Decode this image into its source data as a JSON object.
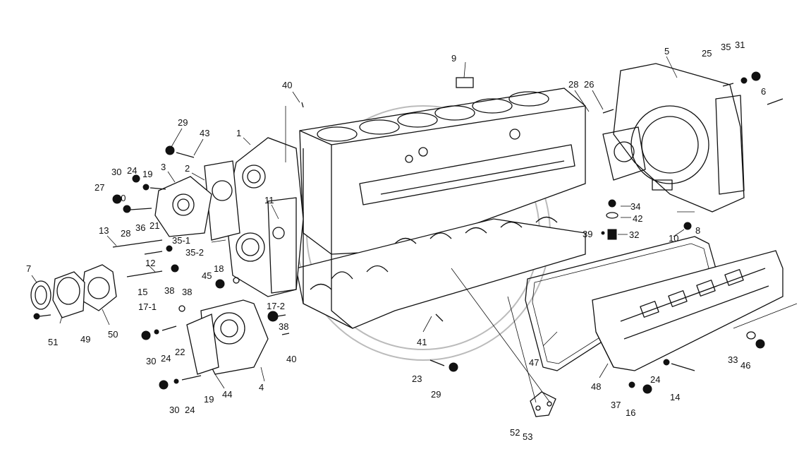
{
  "diagram": {
    "callouts": [
      {
        "id": "c1",
        "text": "1"
      },
      {
        "id": "c2",
        "text": "2"
      },
      {
        "id": "c3",
        "text": "3"
      },
      {
        "id": "c4",
        "text": "4"
      },
      {
        "id": "c5",
        "text": "5"
      },
      {
        "id": "c6",
        "text": "6"
      },
      {
        "id": "c7",
        "text": "7"
      },
      {
        "id": "c8",
        "text": "8"
      },
      {
        "id": "c9",
        "text": "9"
      },
      {
        "id": "c10",
        "text": "10"
      },
      {
        "id": "c11",
        "text": "11"
      },
      {
        "id": "c12",
        "text": "12"
      },
      {
        "id": "c13",
        "text": "13"
      },
      {
        "id": "c14",
        "text": "14"
      },
      {
        "id": "c15",
        "text": "15"
      },
      {
        "id": "c16",
        "text": "16"
      },
      {
        "id": "c17-1",
        "text": "17-1"
      },
      {
        "id": "c17-2",
        "text": "17-2"
      },
      {
        "id": "c18",
        "text": "18"
      },
      {
        "id": "c19a",
        "text": "19"
      },
      {
        "id": "c19b",
        "text": "19"
      },
      {
        "id": "c20",
        "text": "20"
      },
      {
        "id": "c21",
        "text": "21"
      },
      {
        "id": "c22",
        "text": "22"
      },
      {
        "id": "c23",
        "text": "23"
      },
      {
        "id": "c24a",
        "text": "24"
      },
      {
        "id": "c24b",
        "text": "24"
      },
      {
        "id": "c24c",
        "text": "24"
      },
      {
        "id": "c24d",
        "text": "24"
      },
      {
        "id": "c25",
        "text": "25"
      },
      {
        "id": "c26",
        "text": "26"
      },
      {
        "id": "c27",
        "text": "27"
      },
      {
        "id": "c28a",
        "text": "28"
      },
      {
        "id": "c28b",
        "text": "28"
      },
      {
        "id": "c29a",
        "text": "29"
      },
      {
        "id": "c29b",
        "text": "29"
      },
      {
        "id": "c30a",
        "text": "30"
      },
      {
        "id": "c30b",
        "text": "30"
      },
      {
        "id": "c30c",
        "text": "30"
      },
      {
        "id": "c31",
        "text": "31"
      },
      {
        "id": "c32",
        "text": "32"
      },
      {
        "id": "c33",
        "text": "33"
      },
      {
        "id": "c34",
        "text": "34"
      },
      {
        "id": "c35",
        "text": "35"
      },
      {
        "id": "c35-1",
        "text": "35-1"
      },
      {
        "id": "c35-2",
        "text": "35-2"
      },
      {
        "id": "c36",
        "text": "36"
      },
      {
        "id": "c37",
        "text": "37"
      },
      {
        "id": "c38a",
        "text": "38"
      },
      {
        "id": "c38b",
        "text": "38"
      },
      {
        "id": "c38c",
        "text": "38"
      },
      {
        "id": "c39",
        "text": "39"
      },
      {
        "id": "c40a",
        "text": "40"
      },
      {
        "id": "c40b",
        "text": "40"
      },
      {
        "id": "c41",
        "text": "41"
      },
      {
        "id": "c42",
        "text": "42"
      },
      {
        "id": "c43",
        "text": "43"
      },
      {
        "id": "c44",
        "text": "44"
      },
      {
        "id": "c45",
        "text": "45"
      },
      {
        "id": "c46",
        "text": "46"
      },
      {
        "id": "c47",
        "text": "47"
      },
      {
        "id": "c48",
        "text": "48"
      },
      {
        "id": "c49",
        "text": "49"
      },
      {
        "id": "c50",
        "text": "50"
      },
      {
        "id": "c51",
        "text": "51"
      },
      {
        "id": "c52",
        "text": "52"
      },
      {
        "id": "c53",
        "text": "53"
      }
    ]
  }
}
